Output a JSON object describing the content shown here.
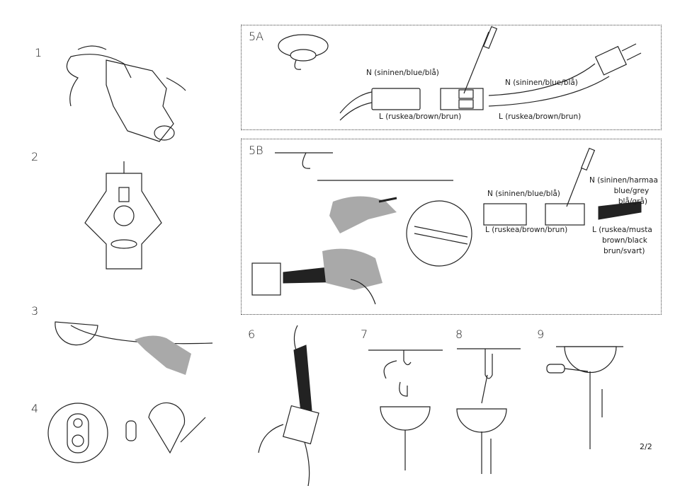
{
  "steps": {
    "s1": "1",
    "s2": "2",
    "s3": "3",
    "s4": "4",
    "s5a": "5A",
    "s5b": "5B",
    "s6": "6",
    "s7": "7",
    "s8": "8",
    "s9": "9"
  },
  "panel_5a": {
    "n_left": "N (sininen/blue/blå)",
    "l_left": "L (ruskea/brown/brun)",
    "n_right": "N (sininen/blue/blå)",
    "l_right": "L (ruskea/brown/brun)"
  },
  "panel_5b": {
    "n_left": "N (sininen/blue/blå)",
    "l_left": "L (ruskea/brown/brun)",
    "n_right": [
      "N  (sininen/harmaa",
      "blue/grey",
      "blå/grå)"
    ],
    "l_right": [
      "L (ruskea/musta",
      "brown/black",
      "brun/svart)"
    ]
  },
  "page_number": "2/2"
}
